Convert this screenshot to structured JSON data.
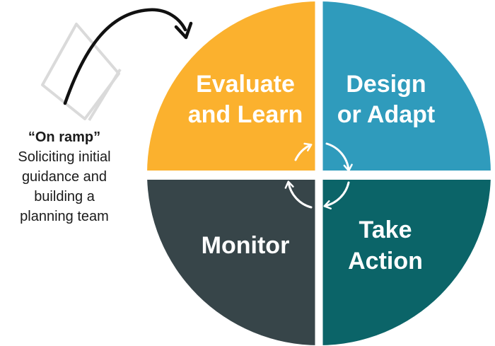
{
  "colors": {
    "evaluate": "#FBB12E",
    "design": "#2F9BBC",
    "monitor": "#374549",
    "action": "#0B6468",
    "background": "#FFFFFF",
    "ramp_outline": "#DADADA"
  },
  "quadrants": {
    "evaluate": {
      "line1": "Evaluate",
      "line2": "and Learn"
    },
    "design": {
      "line1": "Design",
      "line2": "or Adapt"
    },
    "monitor": {
      "line1": "Monitor"
    },
    "action": {
      "line1": "Take",
      "line2": "Action"
    }
  },
  "on_ramp": {
    "title": "“On ramp”",
    "line1": "Soliciting initial",
    "line2": "guidance and",
    "line3": "building a",
    "line4": "planning team"
  },
  "icons": [
    "arrow-icon",
    "cycle-arrows-icon",
    "ramp-outline-icon"
  ]
}
